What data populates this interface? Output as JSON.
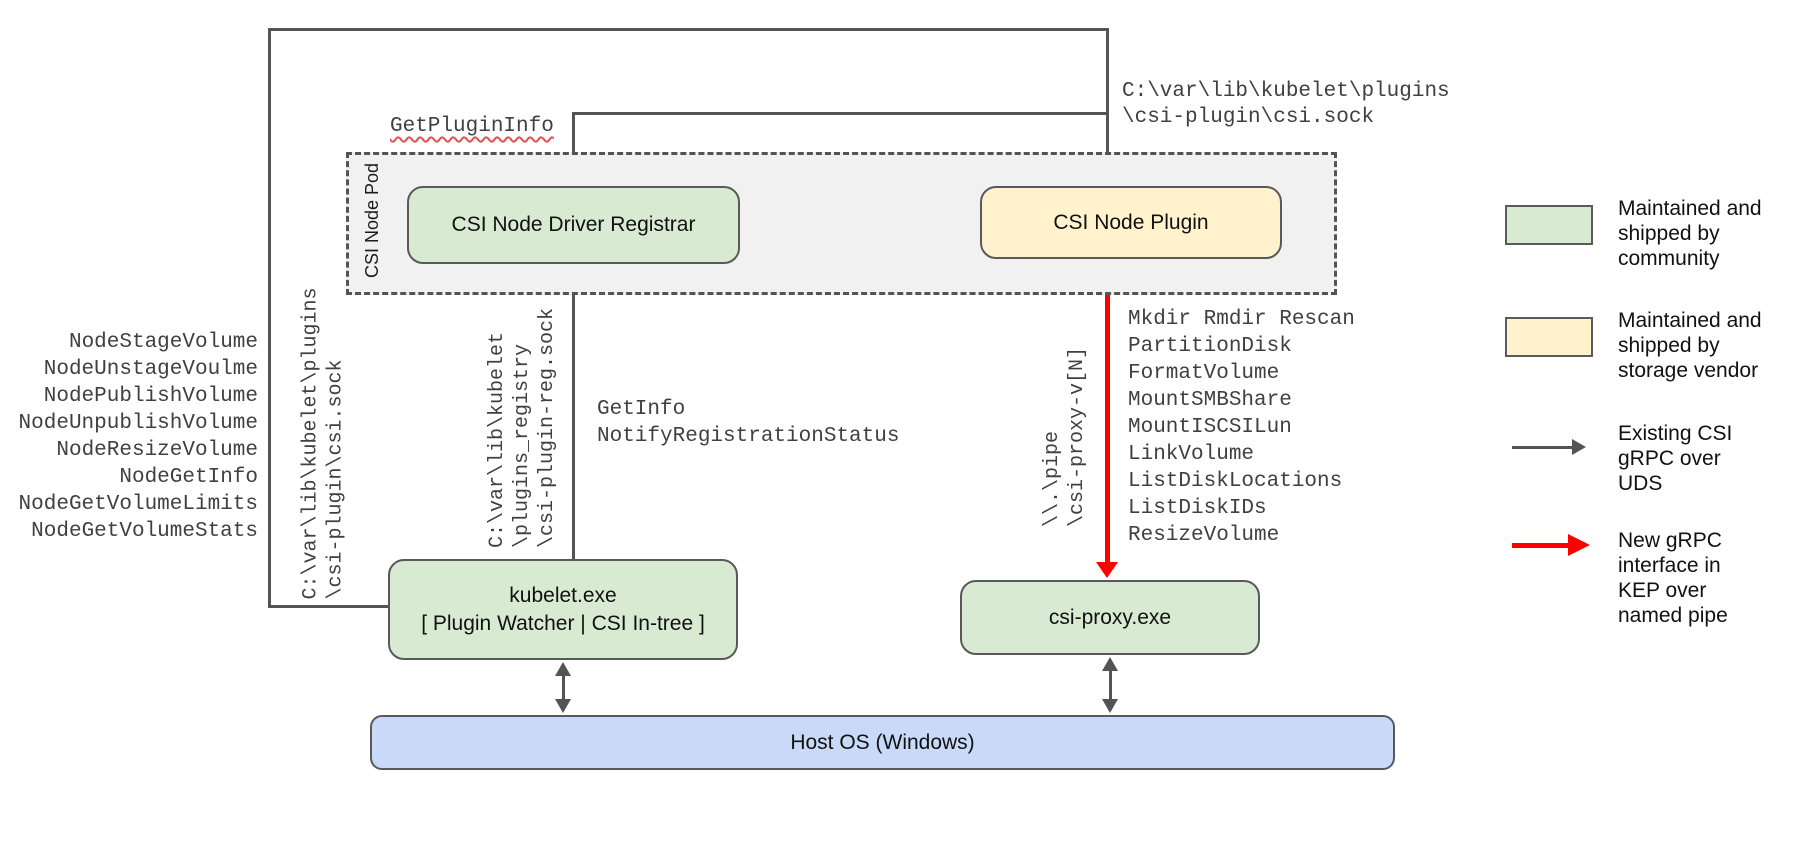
{
  "diagram": {
    "title_pod": "CSI Node Pod",
    "boxes": {
      "registrar": "CSI Node Driver Registrar",
      "plugin": "CSI Node Plugin",
      "kubelet": [
        "kubelet.exe",
        "[ Plugin Watcher | CSI In-tree ]"
      ],
      "csi_proxy": "csi-proxy.exe",
      "host_os": "Host OS (Windows)"
    },
    "labels": {
      "get_plugin_info": "GetPluginInfo",
      "uds_socket_note": [
        "C:\\var\\lib\\kubelet\\plugins",
        "\\csi-plugin\\csi.sock"
      ],
      "uds_socket_note_vertical": [
        "C:\\var\\lib\\kubelet\\plugins",
        "\\csi-plugin\\csi.sock"
      ],
      "registration_socket_note": [
        "C:\\var\\lib\\kubelet",
        "\\plugins_registry",
        "\\csi-plugin-reg.sock"
      ],
      "registration_calls": [
        "GetInfo",
        "NotifyRegistrationStatus"
      ],
      "named_pipe_note": [
        "\\\\.\\pipe",
        "\\csi-proxy-v[N]"
      ]
    },
    "node_methods": [
      "NodeStageVolume",
      "NodeUnstageVoulme",
      "NodePublishVolume",
      "NodeUnpublishVolume",
      "NodeResizeVolume",
      "NodeGetInfo",
      "NodeGetVolumeLimits",
      "NodeGetVolumeStats"
    ],
    "proxy_methods": [
      "Mkdir Rmdir Rescan",
      "PartitionDisk",
      "FormatVolume",
      "MountSMBShare",
      "MountISCSILun",
      "LinkVolume",
      "ListDiskLocations",
      "ListDiskIDs",
      "ResizeVolume"
    ],
    "legend": [
      {
        "swatch": "green-box",
        "lines": [
          "Maintained and",
          "shipped by",
          "community"
        ]
      },
      {
        "swatch": "yellow-box",
        "lines": [
          "Maintained and",
          "shipped by",
          "storage vendor"
        ]
      },
      {
        "swatch": "gray-arrow",
        "lines": [
          "Existing CSI",
          "gRPC over",
          "UDS"
        ]
      },
      {
        "swatch": "red-arrow",
        "lines": [
          "New gRPC",
          "interface in",
          "KEP over",
          "named pipe"
        ]
      }
    ],
    "colors": {
      "community": "#d9ead3",
      "storage_vendor": "#fff2cc",
      "host_os": "#c9daf8",
      "pod_fill": "#f1f1f1",
      "line_gray": "#545454",
      "new_grpc_red": "#ff0000"
    }
  }
}
